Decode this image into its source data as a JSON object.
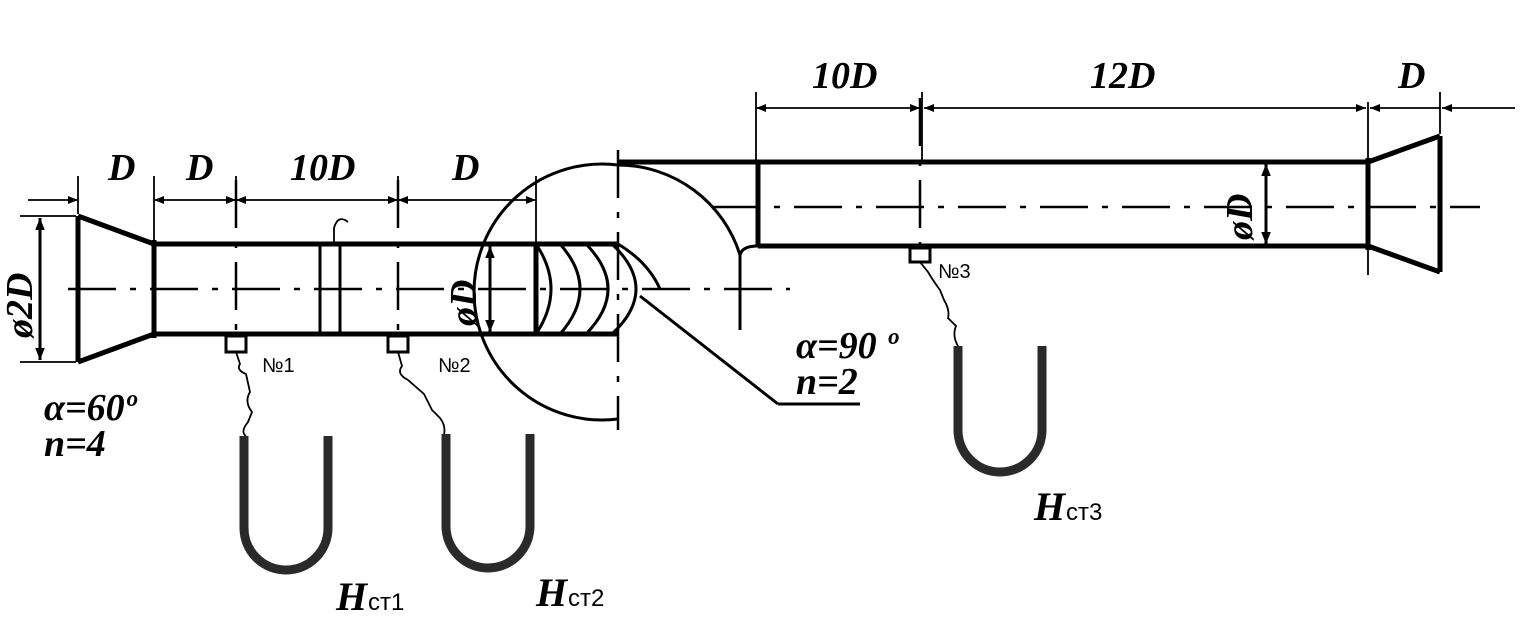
{
  "dimensions": {
    "top": [
      "10D",
      "12D",
      "D"
    ],
    "left": [
      "D",
      "D",
      "10D",
      "D"
    ],
    "diameter_inlet": "ø2D",
    "diameter_pipe1": "øD",
    "diameter_pipe2": "øD"
  },
  "sensors": [
    "№1",
    "№2",
    "№3"
  ],
  "notes": {
    "diffuser": {
      "alpha": "α=60º",
      "n": "n=4"
    },
    "elbow": {
      "alpha": "α=90 º",
      "n": "n=2"
    }
  },
  "manometers": [
    {
      "letter": "H",
      "sub": "ст1"
    },
    {
      "letter": "H",
      "sub": " ст2"
    },
    {
      "letter": "H",
      "sub": "ст3"
    }
  ]
}
